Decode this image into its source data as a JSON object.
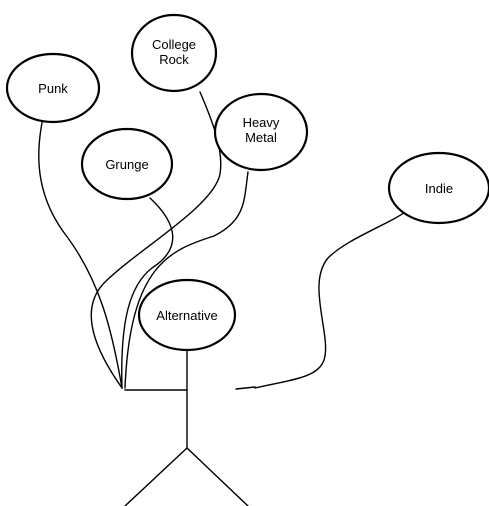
{
  "diagram": {
    "nodes": [
      {
        "id": "college-rock",
        "lines": [
          "College",
          "Rock"
        ]
      },
      {
        "id": "punk",
        "lines": [
          "Punk"
        ]
      },
      {
        "id": "heavy-metal",
        "lines": [
          "Heavy",
          "Metal"
        ]
      },
      {
        "id": "grunge",
        "lines": [
          "Grunge"
        ]
      },
      {
        "id": "indie",
        "lines": [
          "Indie"
        ]
      },
      {
        "id": "alternative",
        "lines": [
          "Alternative"
        ]
      }
    ]
  }
}
